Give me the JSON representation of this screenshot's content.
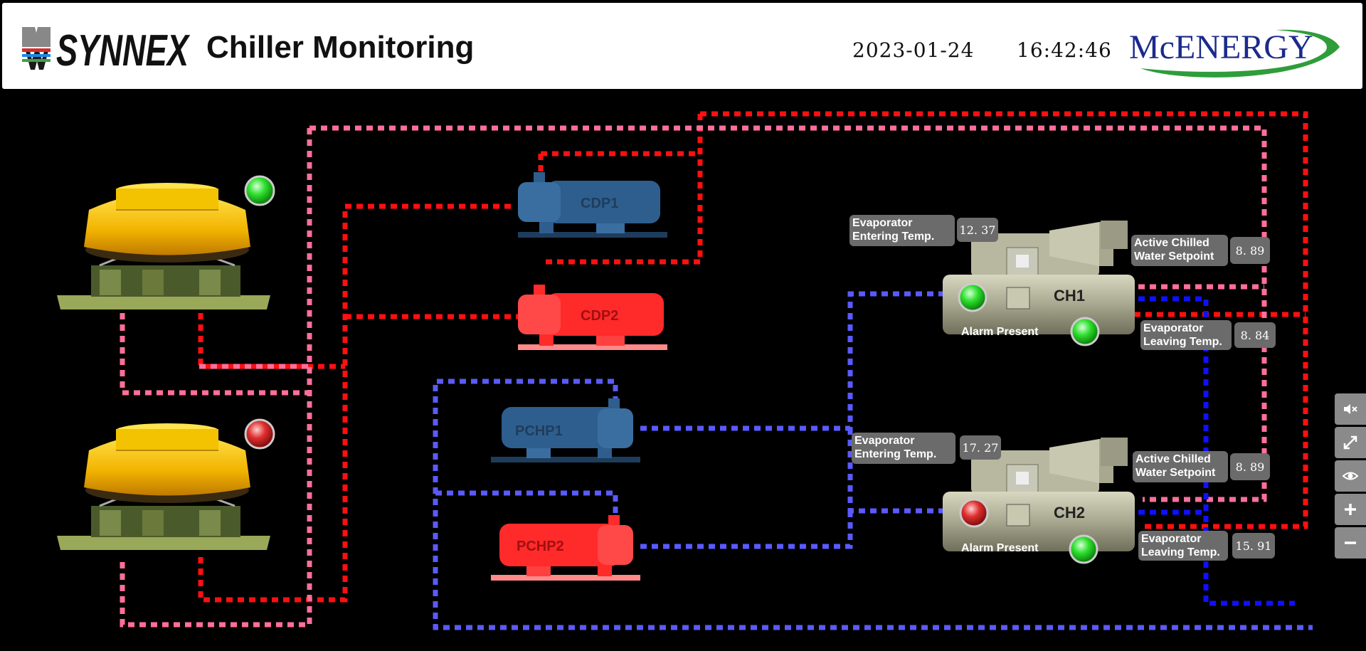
{
  "header": {
    "brand_left": "SYNNEX",
    "title": "Chiller Monitoring",
    "date": "2023-01-24",
    "time": "16:42:46",
    "brand_right": "McENERGY"
  },
  "pumps": [
    {
      "label": "CDP1",
      "color": "#2e5e8e"
    },
    {
      "label": "CDP2",
      "color": "#ff2a2a"
    },
    {
      "label": "PCHP1",
      "color": "#2e5e8e"
    },
    {
      "label": "PCHP2",
      "color": "#ff2a2a"
    }
  ],
  "chillers": [
    {
      "label": "CH1",
      "evap_entering_label": "Evaporator Entering Temp.",
      "evap_entering_value": "12. 37",
      "setpoint_label": "Active Chilled Water Setpoint",
      "setpoint_value": "8. 89",
      "evap_leaving_label": "Evaporator Leaving Temp.",
      "evap_leaving_value": "8. 84",
      "alarm_label": "Alarm Present",
      "run_status": "green",
      "alarm_status": "green"
    },
    {
      "label": "CH2",
      "evap_entering_label": "Evaporator Entering Temp.",
      "evap_entering_value": "17. 27",
      "setpoint_label": "Active Chilled Water Setpoint",
      "setpoint_value": "8. 89",
      "evap_leaving_label": "Evaporator Leaving Temp.",
      "evap_leaving_value": "15. 91",
      "alarm_label": "Alarm Present",
      "run_status": "red",
      "alarm_status": "green"
    }
  ],
  "cooling_towers": [
    {
      "status": "green"
    },
    {
      "status": "red"
    }
  ],
  "toolbar": [
    {
      "icon": "mute-icon"
    },
    {
      "icon": "expand-icon"
    },
    {
      "icon": "eye-icon"
    },
    {
      "icon": "zoom-in-icon"
    },
    {
      "icon": "zoom-out-icon"
    }
  ],
  "colors": {
    "status_green": "#2ecc40",
    "status_red": "#e53935",
    "pipe_red": "#ff1010",
    "pipe_pink": "#ff6f9a",
    "pipe_blue": "#5a5aff",
    "pipe_dark_blue": "#1010ff"
  }
}
